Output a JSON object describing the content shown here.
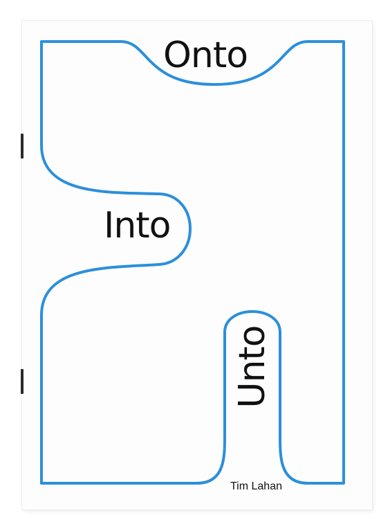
{
  "cover": {
    "words": {
      "onto": "Onto",
      "into": "Into",
      "unto": "Unto"
    },
    "author": "Tim Lahan",
    "line_color": "#2b8fdb",
    "text_color": "#111111"
  }
}
